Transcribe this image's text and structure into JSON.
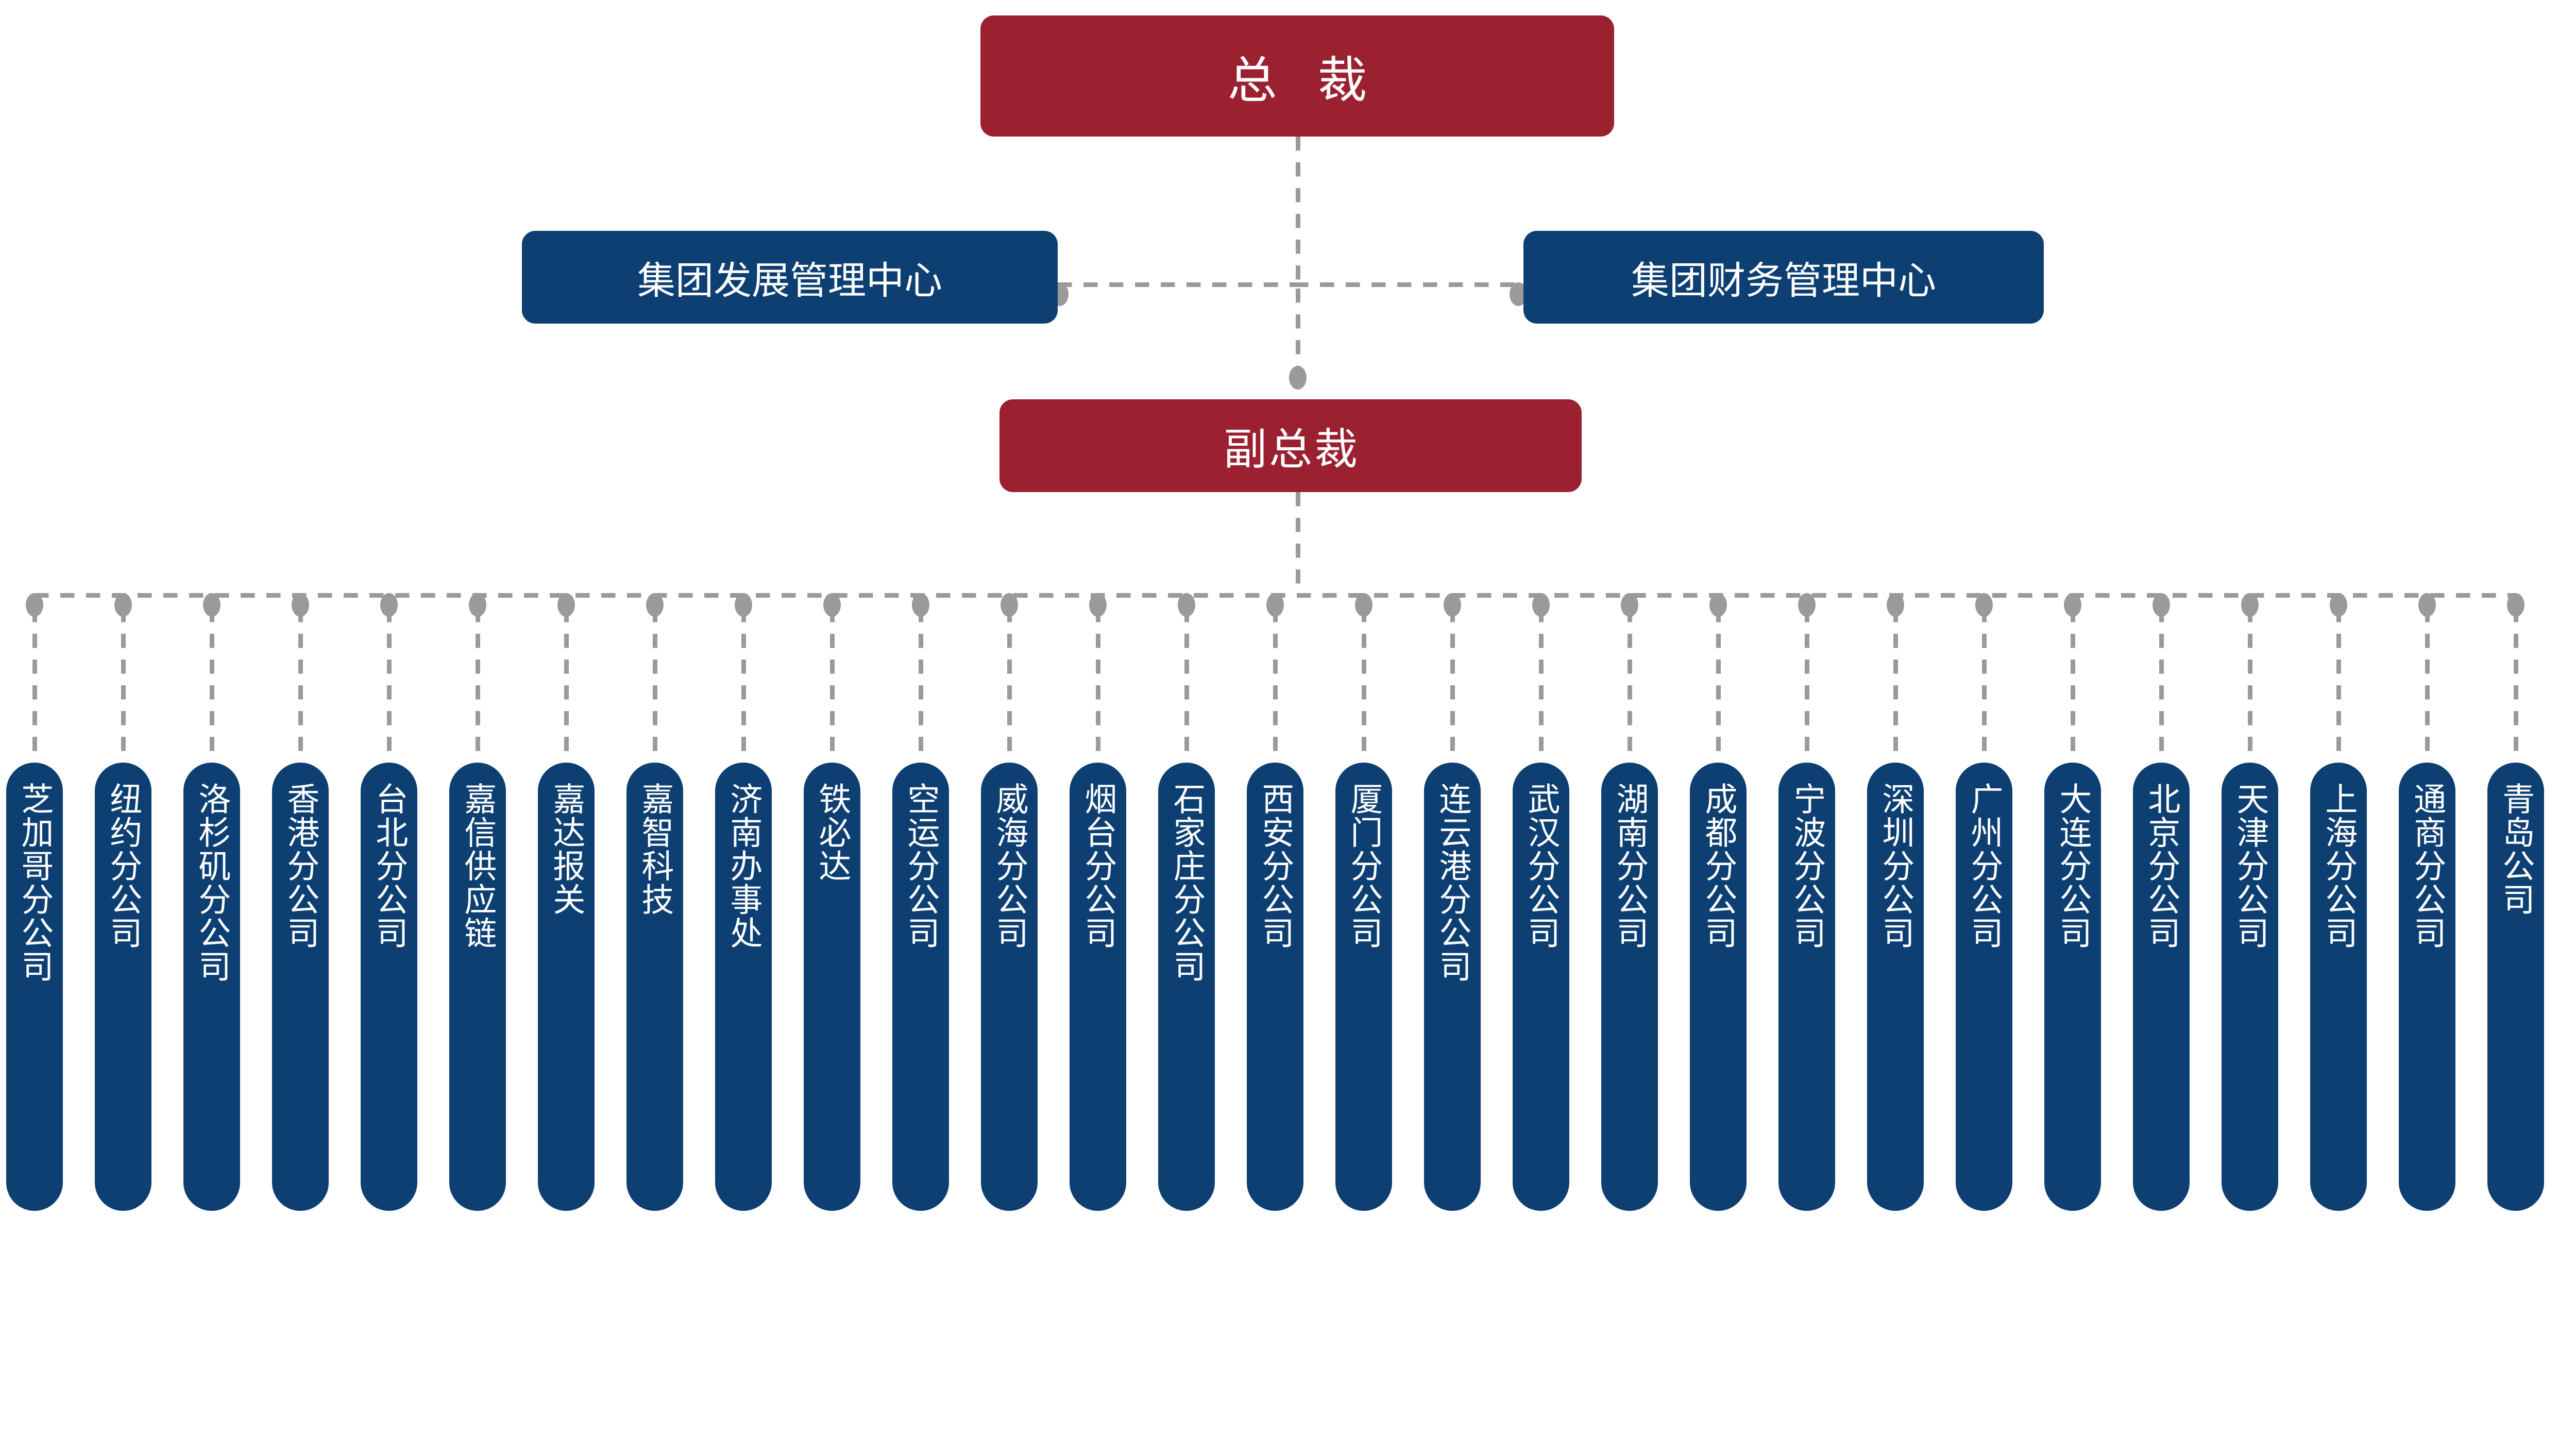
{
  "colors": {
    "executive": "#9b2030",
    "unit": "#0d3f72",
    "connector": "#9a9a9a",
    "background": "#ffffff",
    "text": "#ffffff"
  },
  "chart_data": {
    "type": "diagram",
    "diagram_kind": "organization-chart",
    "title": "",
    "levels": [
      {
        "level": 1,
        "nodes": [
          {
            "id": "president",
            "label": "总 裁",
            "style": "executive"
          }
        ]
      },
      {
        "level": 2,
        "nodes": [
          {
            "id": "dev-center",
            "label": "集团发展管理中心",
            "style": "unit",
            "position": "left-staff"
          },
          {
            "id": "fin-center",
            "label": "集团财务管理中心",
            "style": "unit",
            "position": "right-staff"
          }
        ]
      },
      {
        "level": 3,
        "nodes": [
          {
            "id": "vice-president",
            "label": "副总裁",
            "style": "executive"
          }
        ]
      }
    ],
    "edges": [
      {
        "from": "president",
        "to": "vice-president",
        "style": "dashed-vertical"
      },
      {
        "from": "president",
        "to": "dev-center",
        "style": "dashed-horizontal"
      },
      {
        "from": "president",
        "to": "fin-center",
        "style": "dashed-horizontal"
      },
      {
        "from": "vice-president",
        "to": "branches",
        "style": "dashed-bus"
      }
    ]
  },
  "executives": {
    "president": "总 裁",
    "vice_president": "副总裁"
  },
  "staff_centers": {
    "left": "集团发展管理中心",
    "right": "集团财务管理中心"
  },
  "branches": [
    {
      "label": "芝加哥分公司"
    },
    {
      "label": "纽约分公司"
    },
    {
      "label": "洛杉矶分公司"
    },
    {
      "label": "香港分公司"
    },
    {
      "label": "台北分公司"
    },
    {
      "label": "嘉信供应链"
    },
    {
      "label": "嘉达报关"
    },
    {
      "label": "嘉智科技"
    },
    {
      "label": "济南办事处"
    },
    {
      "label": "铁必达"
    },
    {
      "label": "空运分公司"
    },
    {
      "label": "威海分公司"
    },
    {
      "label": "烟台分公司"
    },
    {
      "label": "石家庄分公司"
    },
    {
      "label": "西安分公司"
    },
    {
      "label": "厦门分公司"
    },
    {
      "label": "连云港分公司"
    },
    {
      "label": "武汉分公司"
    },
    {
      "label": "湖南分公司"
    },
    {
      "label": "成都分公司"
    },
    {
      "label": "宁波分公司"
    },
    {
      "label": "深圳分公司"
    },
    {
      "label": "广州分公司"
    },
    {
      "label": "大连分公司"
    },
    {
      "label": "北京分公司"
    },
    {
      "label": "天津分公司"
    },
    {
      "label": "上海分公司"
    },
    {
      "label": "通商分公司"
    },
    {
      "label": "青岛公司"
    }
  ]
}
